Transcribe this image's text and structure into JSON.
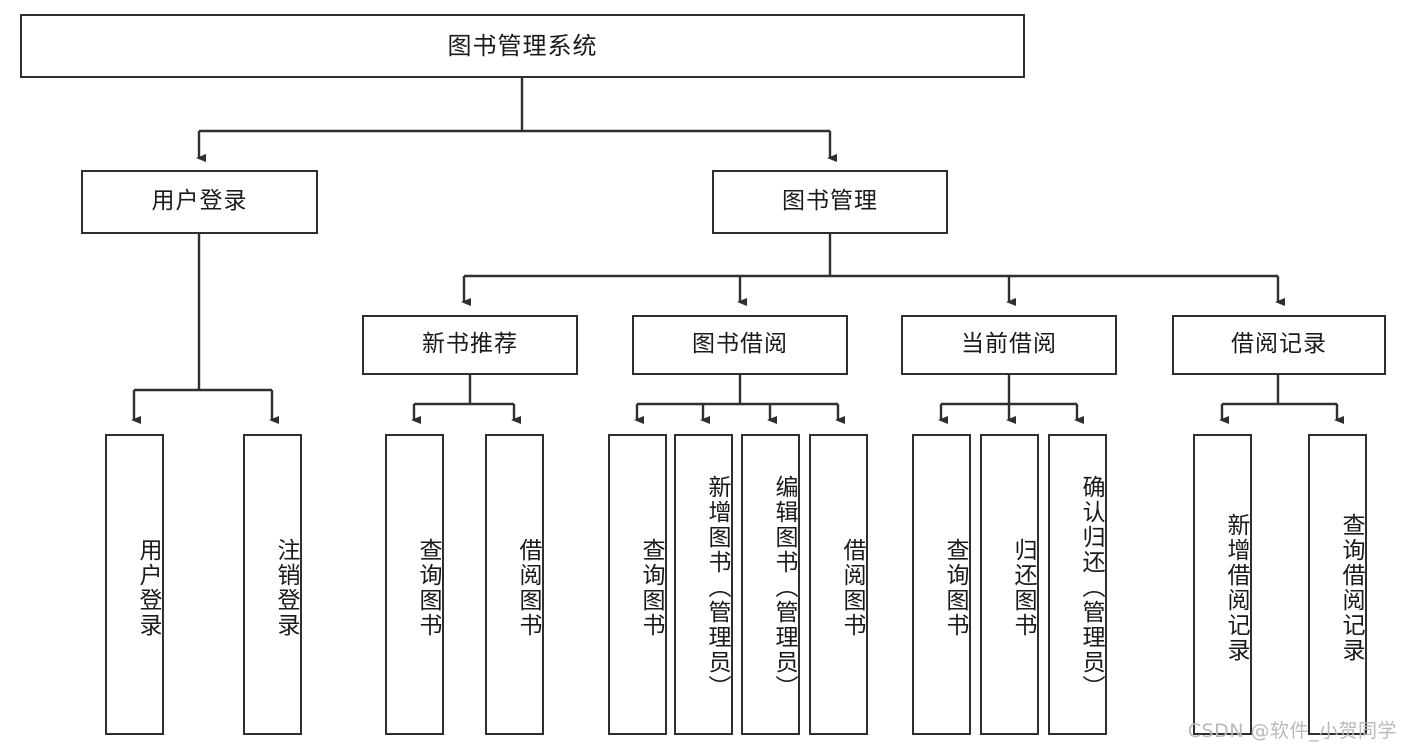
{
  "diagram": {
    "type": "tree-hierarchy",
    "title": "图书管理系统",
    "orientation": "top-down",
    "colors": {
      "box_border": "#2f2f2f",
      "box_fill": "#ffffff",
      "connector": "#2f2f2f",
      "text": "#1a1a1a",
      "watermark": "#b9b9b9",
      "background": "#ffffff"
    },
    "root": {
      "label": "图书管理系统"
    },
    "level2": [
      {
        "label": "用户登录"
      },
      {
        "label": "图书管理"
      }
    ],
    "level3": [
      {
        "label": "新书推荐"
      },
      {
        "label": "图书借阅"
      },
      {
        "label": "当前借阅"
      },
      {
        "label": "借阅记录"
      }
    ],
    "leaves_user_login": [
      {
        "label": "用户登录"
      },
      {
        "label": "注销登录"
      }
    ],
    "leaves_new_book": [
      {
        "label": "查询图书"
      },
      {
        "label": "借阅图书"
      }
    ],
    "leaves_borrow": [
      {
        "label": "查询图书"
      },
      {
        "label": "新增图书（管理员）"
      },
      {
        "label": "编辑图书（管理员）"
      },
      {
        "label": "借阅图书"
      }
    ],
    "leaves_current": [
      {
        "label": "查询图书"
      },
      {
        "label": "归还图书"
      },
      {
        "label": "确认归还（管理员）"
      }
    ],
    "leaves_records": [
      {
        "label": "新增借阅记录"
      },
      {
        "label": "查询借阅记录"
      }
    ],
    "watermark": "CSDN @软件_小贺同学"
  }
}
